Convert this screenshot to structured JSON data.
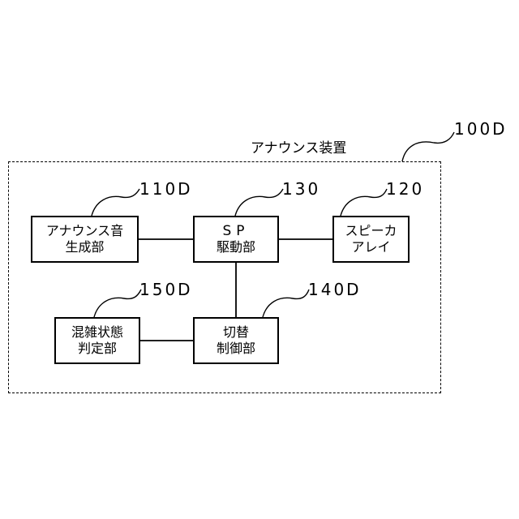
{
  "diagram": {
    "container": {
      "title": "アナウンス装置",
      "ref": "100D"
    },
    "blocks": {
      "announcement_generator": {
        "line1": "アナウンス音",
        "line2": "生成部",
        "ref": "110D"
      },
      "sp_driver": {
        "line1": "SP",
        "line2": "駆動部",
        "ref": "130"
      },
      "speaker_array": {
        "line1": "スピーカ",
        "line2": "アレイ",
        "ref": "120"
      },
      "congestion_judge": {
        "line1": "混雑状態",
        "line2": "判定部",
        "ref": "150D"
      },
      "switch_controller": {
        "line1": "切替",
        "line2": "制御部",
        "ref": "140D"
      }
    },
    "connections": [
      [
        "announcement_generator",
        "sp_driver"
      ],
      [
        "sp_driver",
        "speaker_array"
      ],
      [
        "sp_driver",
        "switch_controller"
      ],
      [
        "congestion_judge",
        "switch_controller"
      ]
    ]
  }
}
